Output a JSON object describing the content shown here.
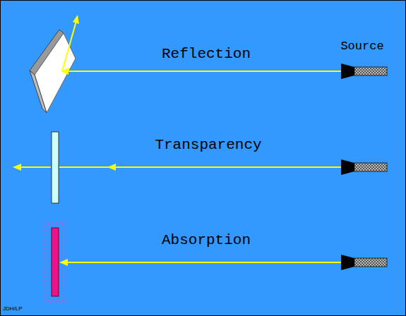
{
  "diagram": {
    "labels": [
      "Reflection",
      "Source",
      "Transparency",
      "Absorption",
      "JDH/LP"
    ]
  }
}
